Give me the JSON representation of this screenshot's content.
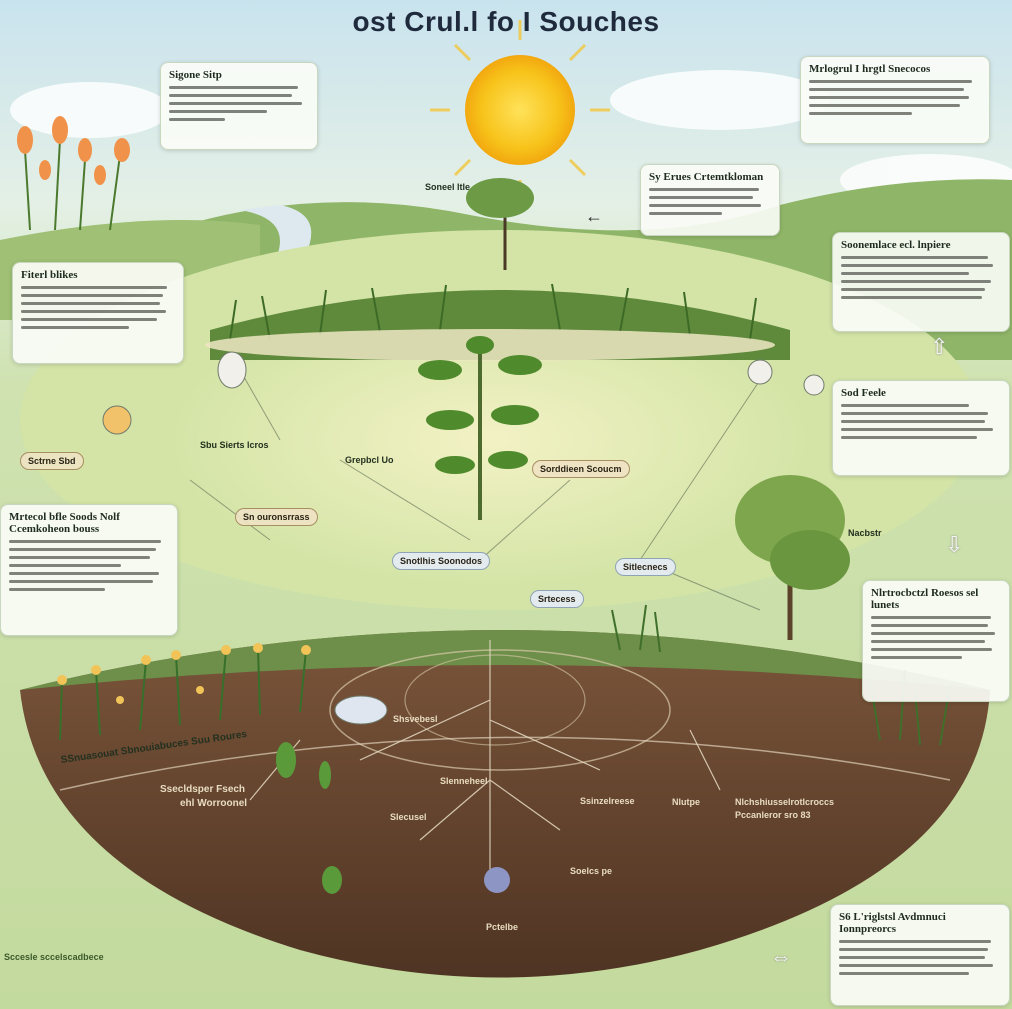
{
  "title": "ost Crul.l fo I Souches",
  "callouts": {
    "top_left": "Sigone Sitp",
    "top_right": "Mrlogrul I hrgtl Snecocos",
    "mid_right_upper": "Sy Erues Crtemtkloman",
    "right_upper": "Soonemlace ecl. lnpiere",
    "left_upper": "Fiterl blikes",
    "right_middle": "Sod Feele",
    "left_middle": "Mrtecol bfle Soods Nolf Ccemkoheon bouss",
    "right_lower": "Nlrtrocbctzl Roesos sel lunets",
    "bottom_right": "S6 L'riglstsl Avdmnuci Ionnpreorcs"
  },
  "labels": {
    "sun_tag": "Soneel ltle",
    "seed": "Sctrne Sbd",
    "mid_left": "Sbu Sierts lcros",
    "center_a": "Grepbcl Uo",
    "center_b": "Sorddieen Scoucm",
    "pill_left": "Sn ouronsrrass",
    "pill_center": "Snotlhis Soonodos",
    "pill_center_right": "Sitlecnecs",
    "pill_right_small": "Srtecess",
    "right_tree": "Nacbstr",
    "ground_strip": "SSnuasouat Sbnouiabuces Suu Roures",
    "soil_left_title": "Ssecldsper Fsech",
    "soil_left_sub": "ehl Worroonel",
    "soil_small": "Shsvebesl",
    "soil_mid": "Slecusel",
    "soil_center": "Slenneheel",
    "soil_center_right": "Ssinzelreese",
    "soil_right_a": "Nlutpe",
    "soil_right_b": "Nlchshiusselrotlcroccs",
    "soil_right_c": "Pccanleror sro 83",
    "soil_bottom": "Pctelbe",
    "soil_bottom_right": "Soelcs pe",
    "bottom_left_note": "Sccesle sccelscadbece"
  },
  "colors": {
    "sky": "#c9e3ee",
    "grass": "#a9c77a",
    "soil": "#6b4a32",
    "sun": "#f7c31a"
  }
}
